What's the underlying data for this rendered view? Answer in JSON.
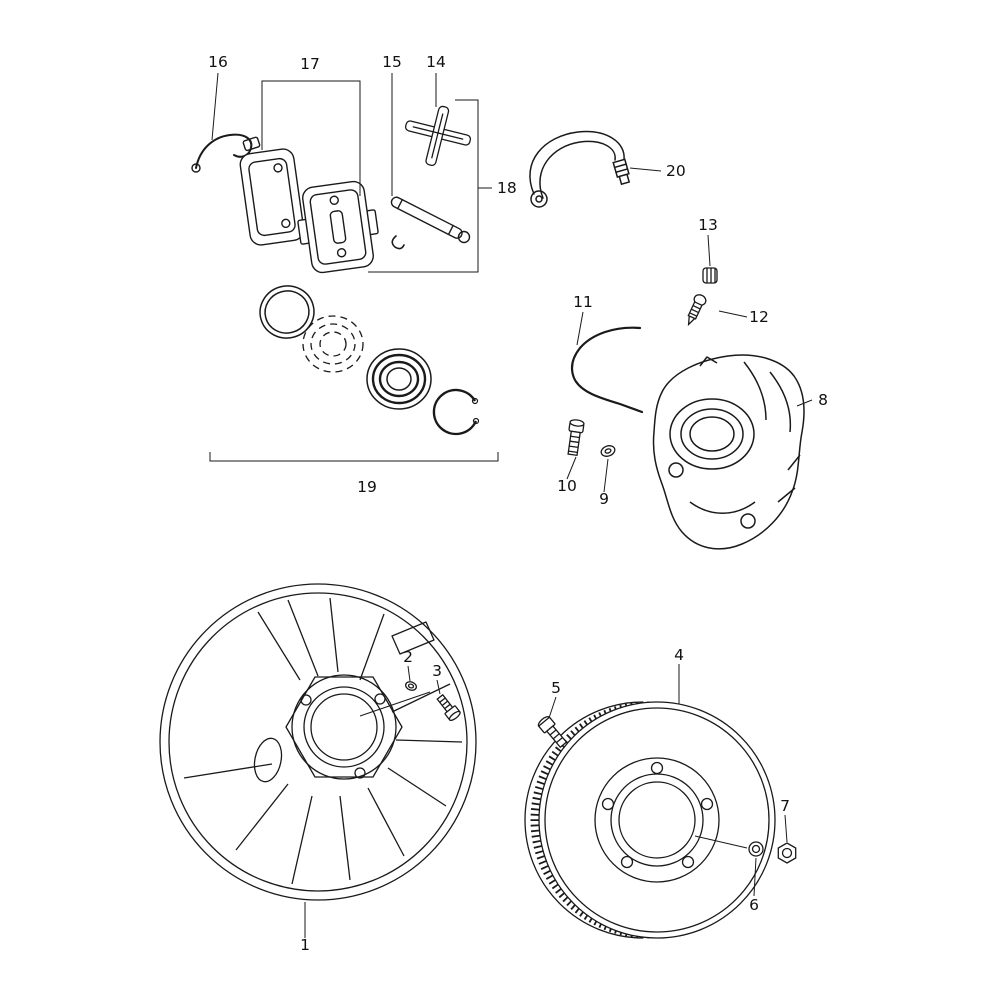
{
  "figure": {
    "background_color": "#ffffff",
    "line_color": "#1a1a1a",
    "text_color": "#111111"
  },
  "labels": [
    {
      "text": "1"
    },
    {
      "text": "2"
    },
    {
      "text": "3"
    },
    {
      "text": "4"
    },
    {
      "text": "5"
    },
    {
      "text": "6"
    },
    {
      "text": "7"
    },
    {
      "text": "8"
    },
    {
      "text": "9"
    },
    {
      "text": "10"
    },
    {
      "text": "11"
    },
    {
      "text": "12"
    },
    {
      "text": "13"
    },
    {
      "text": "14"
    },
    {
      "text": "15"
    },
    {
      "text": "16"
    },
    {
      "text": "17"
    },
    {
      "text": "18"
    },
    {
      "text": "19"
    },
    {
      "text": "20"
    }
  ]
}
